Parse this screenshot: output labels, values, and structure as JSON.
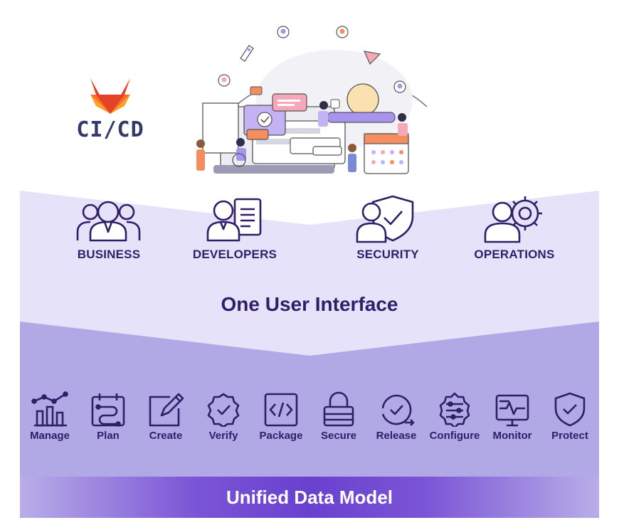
{
  "logo": {
    "text": "CI/CD",
    "icon": "gitlab-fox-icon"
  },
  "roles": [
    {
      "label": "BUSINESS",
      "icon": "team-icon"
    },
    {
      "label": "DEVELOPERS",
      "icon": "developer-document-icon"
    },
    {
      "label": "SECURITY",
      "icon": "security-shield-icon"
    },
    {
      "label": "OPERATIONS",
      "icon": "operations-gear-icon"
    }
  ],
  "interface_label": "One User Interface",
  "stages": [
    {
      "label": "Manage",
      "icon": "chart-icon"
    },
    {
      "label": "Plan",
      "icon": "calendar-icon"
    },
    {
      "label": "Create",
      "icon": "pencil-icon"
    },
    {
      "label": "Verify",
      "icon": "badge-check-icon"
    },
    {
      "label": "Package",
      "icon": "code-box-icon"
    },
    {
      "label": "Secure",
      "icon": "lock-icon"
    },
    {
      "label": "Release",
      "icon": "cycle-icon"
    },
    {
      "label": "Configure",
      "icon": "gear-sliders-icon"
    },
    {
      "label": "Monitor",
      "icon": "monitor-pulse-icon"
    },
    {
      "label": "Protect",
      "icon": "shield-check-icon"
    }
  ],
  "data_model_label": "Unified Data Model",
  "colors": {
    "light_band": "#e6e2fa",
    "mid_band": "#b1a8e6",
    "dark_text": "#2e1f68",
    "accent_purple": "#7045d4",
    "logo_orange": "#e24329"
  }
}
